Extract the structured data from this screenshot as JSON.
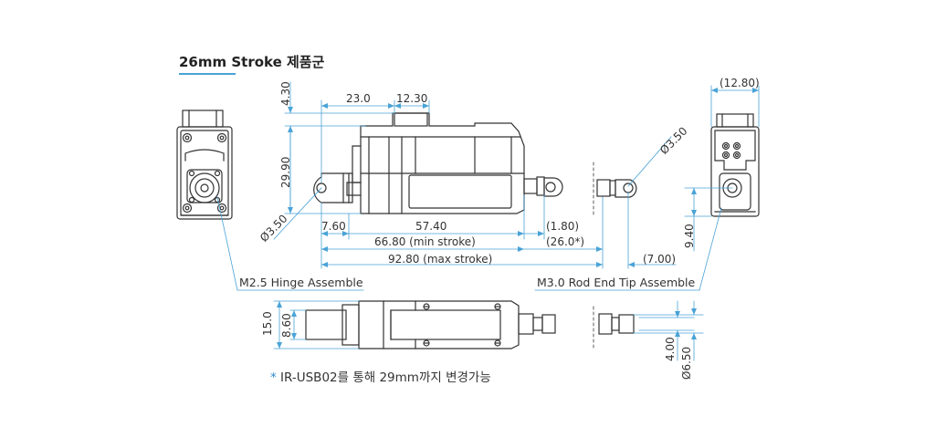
{
  "title": "26mm Stroke 제품군",
  "colors": {
    "dimension": "#4aa3d6",
    "outline": "#333333",
    "text": "#333333",
    "accent": "#2c8fd0"
  },
  "dimensions": {
    "d_4_30": "4.30",
    "d_23_0": "23.0",
    "d_12_30": "12.30",
    "d_29_90": "29.90",
    "d_phi_3_50_left": "Ø3.50",
    "d_7_60": "7.60",
    "d_57_40": "57.40",
    "d_1_80": "(1.80)",
    "d_min_stroke": "66.80 (min stroke)",
    "d_26_0": "(26.0*)",
    "d_max_stroke": "92.80 (max stroke)",
    "d_7_00": "(7.00)",
    "d_phi_3_50_right": "Ø3.50",
    "d_12_80": "(12.80)",
    "d_9_40": "9.40",
    "d_15_0": "15.0",
    "d_8_60": "8.60",
    "d_4_00": "4.00",
    "d_phi_6_50": "Ø6.50"
  },
  "labels": {
    "hinge": "M2.5 Hinge Assemble",
    "rod_end": "M3.0 Rod End Tip Assemble"
  },
  "note": {
    "star": "*",
    "text": "IR-USB02를 통해 29mm까지 변경가능"
  }
}
